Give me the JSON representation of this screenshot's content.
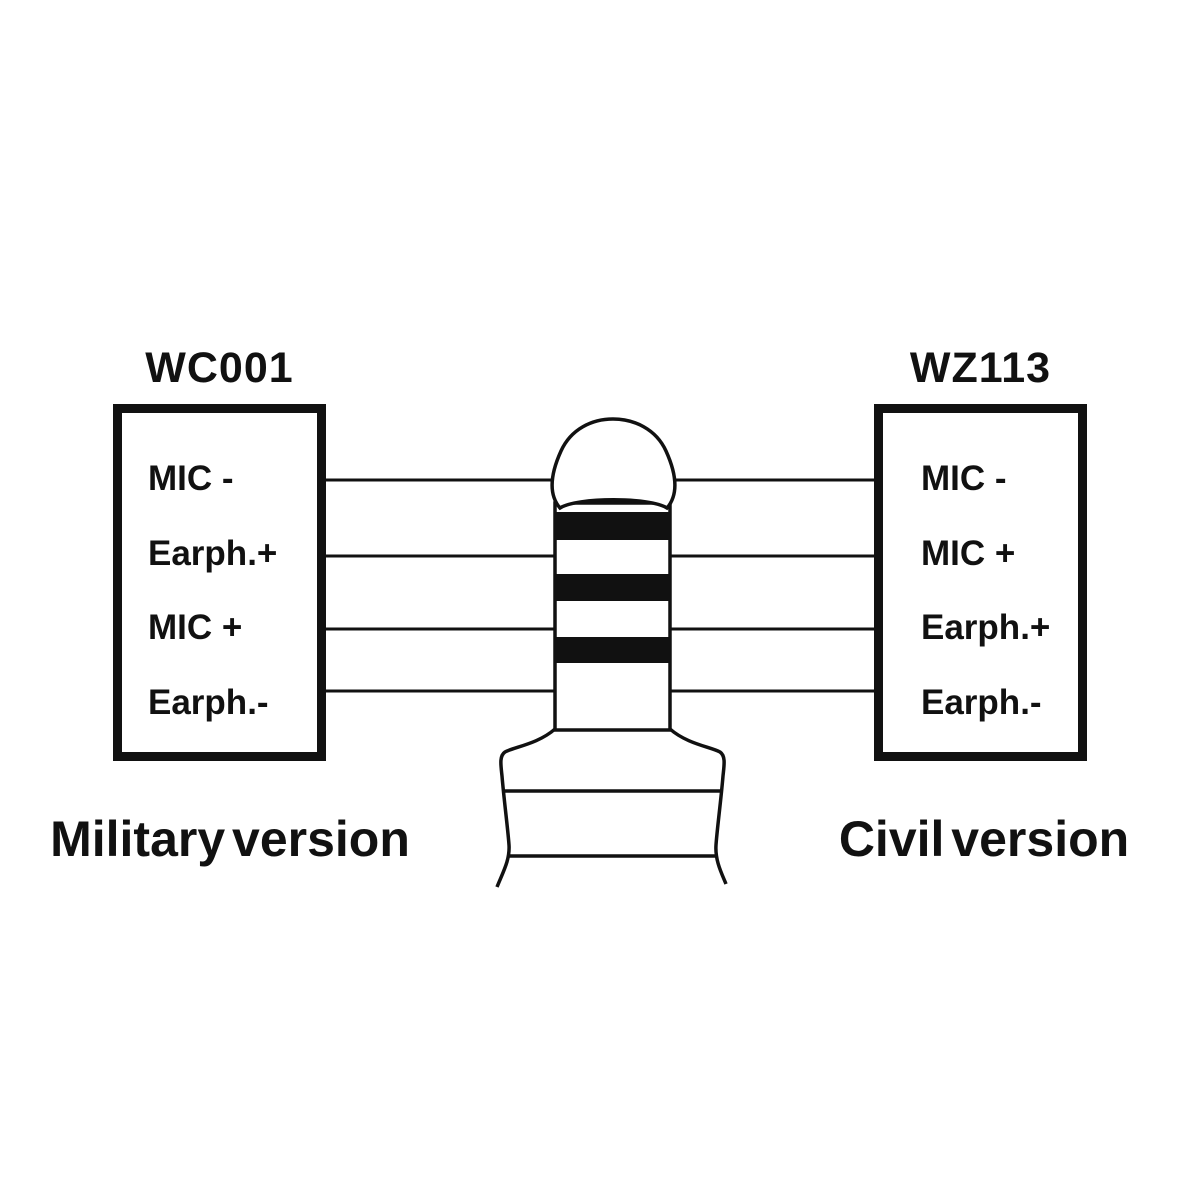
{
  "colors": {
    "ink": "#111111",
    "background": "#ffffff"
  },
  "left_panel": {
    "title": "WC001",
    "caption": "Military version",
    "pins": [
      "MIC -",
      "Earph.+",
      "MIC +",
      "Earph.-"
    ]
  },
  "right_panel": {
    "title": "WZ113",
    "caption": "Civil version",
    "pins": [
      "MIC -",
      "MIC +",
      "Earph.+",
      "Earph.-"
    ]
  }
}
